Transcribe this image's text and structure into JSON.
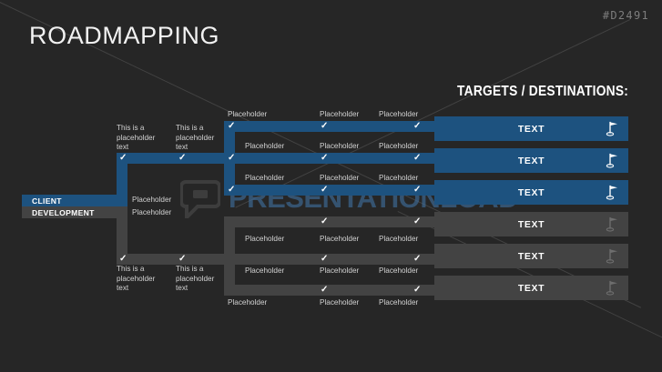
{
  "slide": {
    "title": "ROADMAPPING",
    "code": "#D2491",
    "background_color": "#262626",
    "accent_blue": "#1D527F",
    "accent_gray": "#434343",
    "watermark": "PRESENTATIONLOAD"
  },
  "targets": {
    "header": "TARGETS / DESTINATIONS:",
    "bars": [
      {
        "label": "TEXT",
        "color": "#1D527F",
        "icon": "flag-icon",
        "state": "active"
      },
      {
        "label": "TEXT",
        "color": "#1D527F",
        "icon": "flag-icon",
        "state": "active"
      },
      {
        "label": "TEXT",
        "color": "#1D527F",
        "icon": "flag-icon",
        "state": "active"
      },
      {
        "label": "TEXT",
        "color": "#434343",
        "icon": "flag-icon",
        "state": "inactive"
      },
      {
        "label": "TEXT",
        "color": "#434343",
        "icon": "flag-icon",
        "state": "inactive"
      },
      {
        "label": "TEXT",
        "color": "#434343",
        "icon": "flag-icon",
        "state": "inactive"
      }
    ]
  },
  "categories": [
    {
      "label": "CLIENT",
      "color": "#1D527F"
    },
    {
      "label": "DEVELOPMENT",
      "color": "#434343"
    }
  ],
  "category_values": [
    {
      "check": "✓",
      "label": "Placeholder"
    },
    {
      "check": "✓",
      "label": "Placeholder"
    }
  ],
  "milestone_labels": {
    "multiline": "This is a placeholder text",
    "single": "Placeholder"
  },
  "grid": {
    "rows": [
      {
        "state": "active",
        "labels": [
          "Placeholder",
          "Placeholder",
          "Placeholder"
        ],
        "checks": [
          "✓",
          "✓",
          "✓"
        ]
      },
      {
        "state": "active",
        "labels": [
          "Placeholder",
          "Placeholder",
          "Placeholder"
        ],
        "checks": [
          "✓",
          "✓",
          "✓"
        ]
      },
      {
        "state": "active",
        "labels": [
          "Placeholder",
          "Placeholder",
          "Placeholder"
        ],
        "checks": [
          "✓",
          "✓",
          "✓"
        ]
      },
      {
        "state": "inactive",
        "labels": [
          "Placeholder",
          "Placeholder",
          "Placeholder"
        ],
        "checks": [
          "✓",
          "✓",
          "✓"
        ]
      },
      {
        "state": "inactive",
        "labels": [
          "Placeholder",
          "Placeholder",
          "Placeholder"
        ],
        "checks": [
          "✓",
          "✓",
          "✓"
        ]
      },
      {
        "state": "inactive",
        "labels": [
          "Placeholder",
          "Placeholder",
          "Placeholder"
        ],
        "checks": [
          "✓",
          "✓",
          "✓"
        ]
      }
    ]
  },
  "left_milestones": {
    "top": [
      {
        "text": "This is a placeholder text",
        "check": "✓"
      },
      {
        "text": "This is a placeholder text",
        "check": "✓"
      }
    ],
    "bottom": [
      {
        "text": "This is a placeholder text",
        "check": "✓"
      },
      {
        "text": "This is a placeholder text",
        "check": "✓"
      }
    ]
  }
}
